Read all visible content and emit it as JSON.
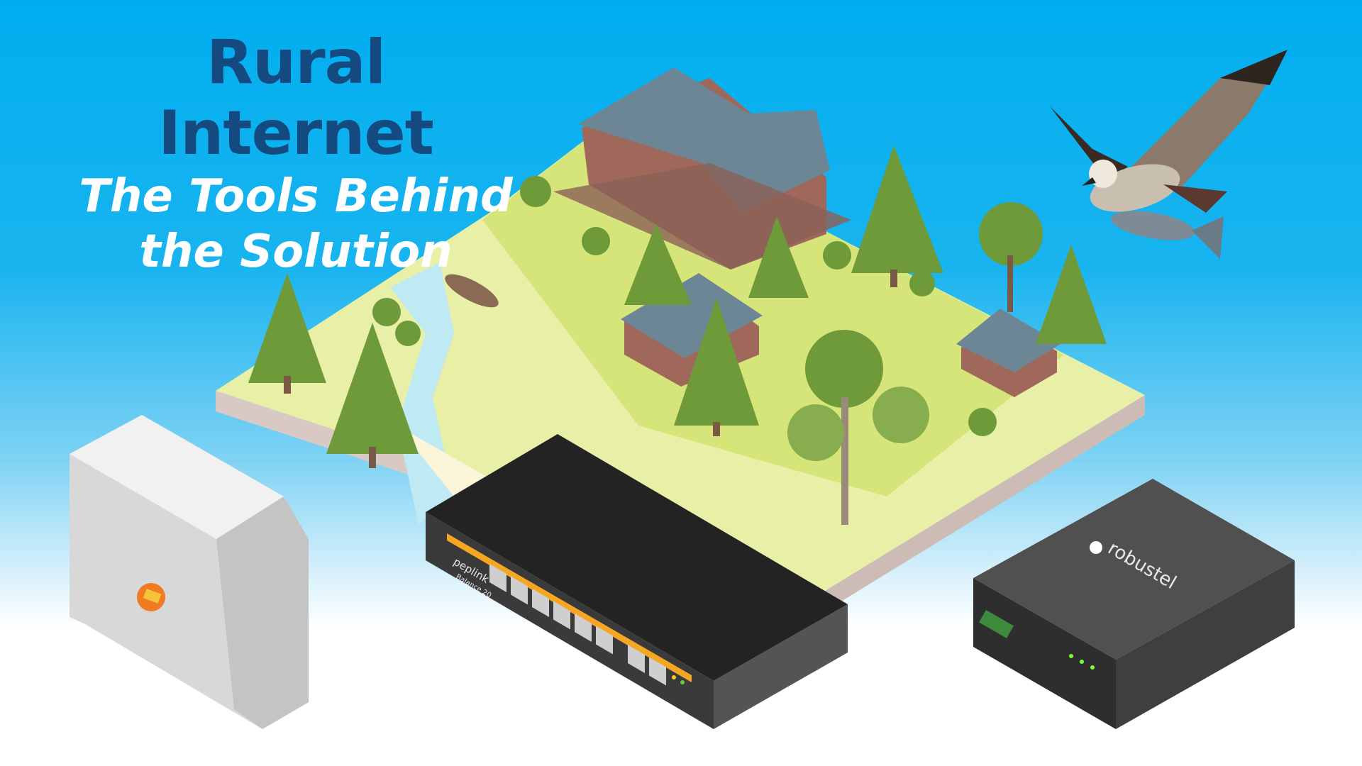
{
  "headline": {
    "title": "Rural Internet",
    "subtitle_line1": "The Tools Behind",
    "subtitle_line2": "the Solution"
  },
  "devices": {
    "switch_brand": "peplink",
    "switch_model": "Balance 20",
    "router_brand": "robustel"
  },
  "colors": {
    "sky": "#00aeef",
    "title": "#154a80",
    "subtitle": "#ffffff",
    "accent_orange": "#f5a623"
  }
}
